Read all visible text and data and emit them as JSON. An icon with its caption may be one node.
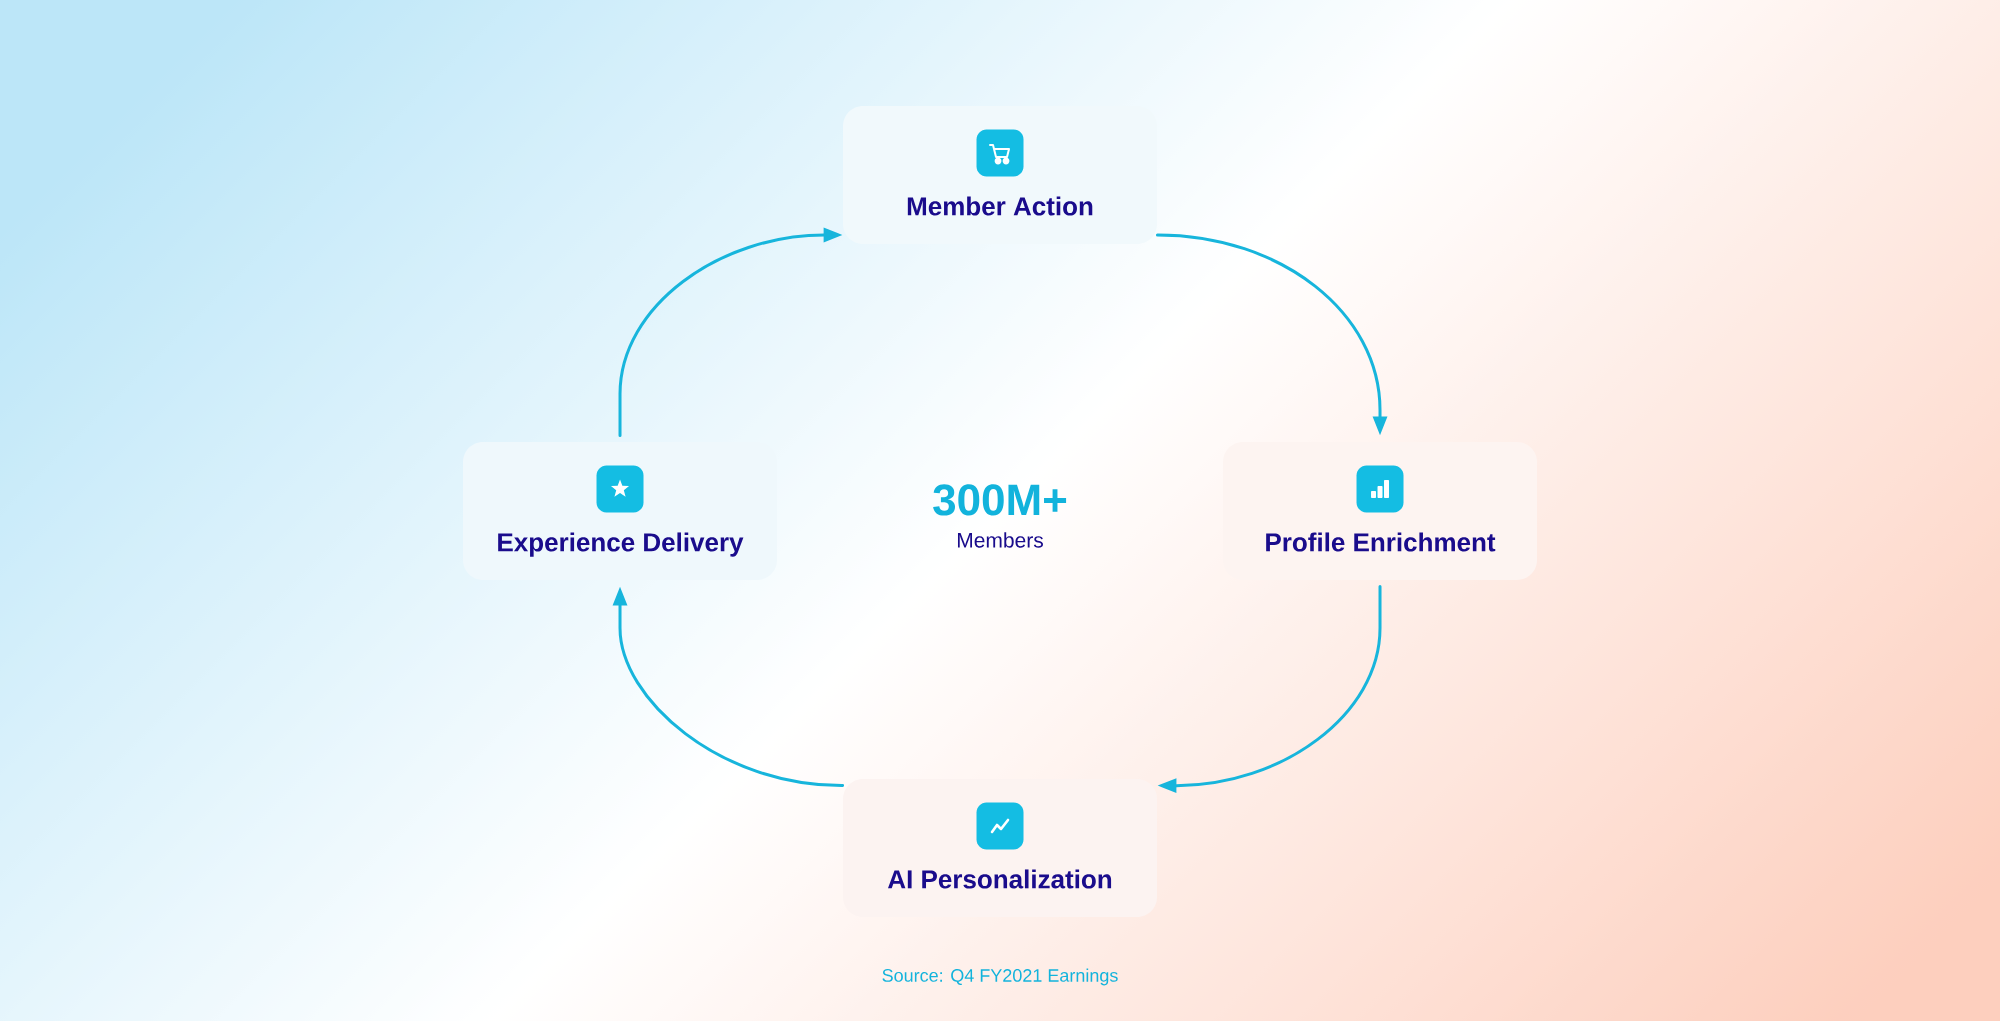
{
  "diagram": {
    "nodes": [
      {
        "text": [
          "Member Action"
        ]
      },
      {
        "text": [
          "Experience Delivery"
        ]
      },
      {
        "text": [
          "Profile Enrichment"
        ]
      },
      {
        "text": [
          "AI Personalization"
        ]
      }
    ],
    "edges": [
      {
        "from": 0,
        "to": 2,
        "arrow": "to"
      },
      {
        "from": 2,
        "to": 3,
        "arrow": "to"
      },
      {
        "from": 3,
        "to": 1,
        "arrow": "to"
      },
      {
        "from": 1,
        "to": 0,
        "arrow": "to"
      }
    ],
    "labels": [
      "300M+",
      "Members",
      "Source: Q4 FY2021 Earnings"
    ]
  }
}
